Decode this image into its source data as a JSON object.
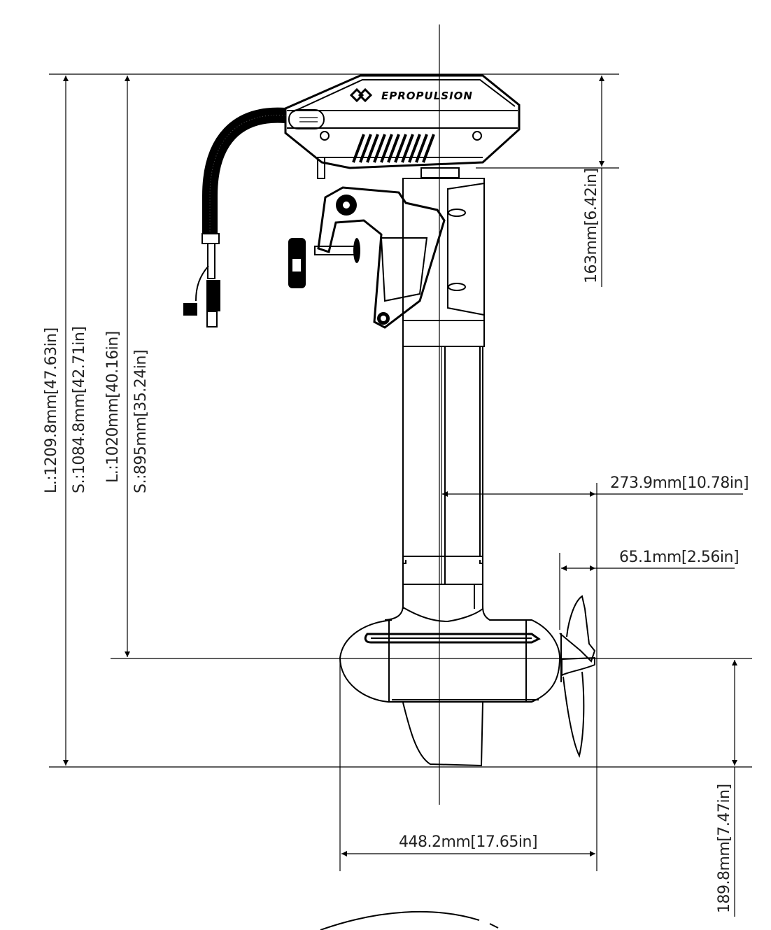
{
  "brand": {
    "logo_text": "EPROPULSION"
  },
  "dimensions": {
    "total_height_long": {
      "prefix": "L.:",
      "mm": "1209.8mm",
      "in": "47.63in"
    },
    "total_height_short": {
      "prefix": "S.:",
      "mm": "1084.8mm",
      "in": "42.71in"
    },
    "shaft_height_long": {
      "prefix": "L.:",
      "mm": "1020mm",
      "in": "40.16in"
    },
    "shaft_height_short": {
      "prefix": "S.:",
      "mm": "895mm",
      "in": "35.24in"
    },
    "motor_head_height": {
      "mm": "163mm",
      "in": "6.42in"
    },
    "shaft_to_prop": {
      "mm": "273.9mm",
      "in": "10.78in"
    },
    "prop_width": {
      "mm": "65.1mm",
      "in": "2.56in"
    },
    "lower_unit_length": {
      "mm": "448.2mm",
      "in": "17.65in"
    },
    "below_waterline_depth": {
      "mm": "189.8mm",
      "in": "7.47in"
    }
  },
  "labels": {
    "total_height_long": "L.:1209.8mm[47.63in]",
    "total_height_short": "S.:1084.8mm[42.71in]",
    "shaft_height_long": "L.:1020mm[40.16in]",
    "shaft_height_short": "S.:895mm[35.24in]",
    "motor_head_height": "163mm[6.42in]",
    "shaft_to_prop": "273.9mm[10.78in]",
    "prop_width": "65.1mm[2.56in]",
    "lower_unit_length": "448.2mm[17.65in]",
    "below_waterline_depth": "189.8mm[7.47in]"
  },
  "colors": {
    "line": "#000000",
    "text": "#222222",
    "background": "#ffffff"
  }
}
